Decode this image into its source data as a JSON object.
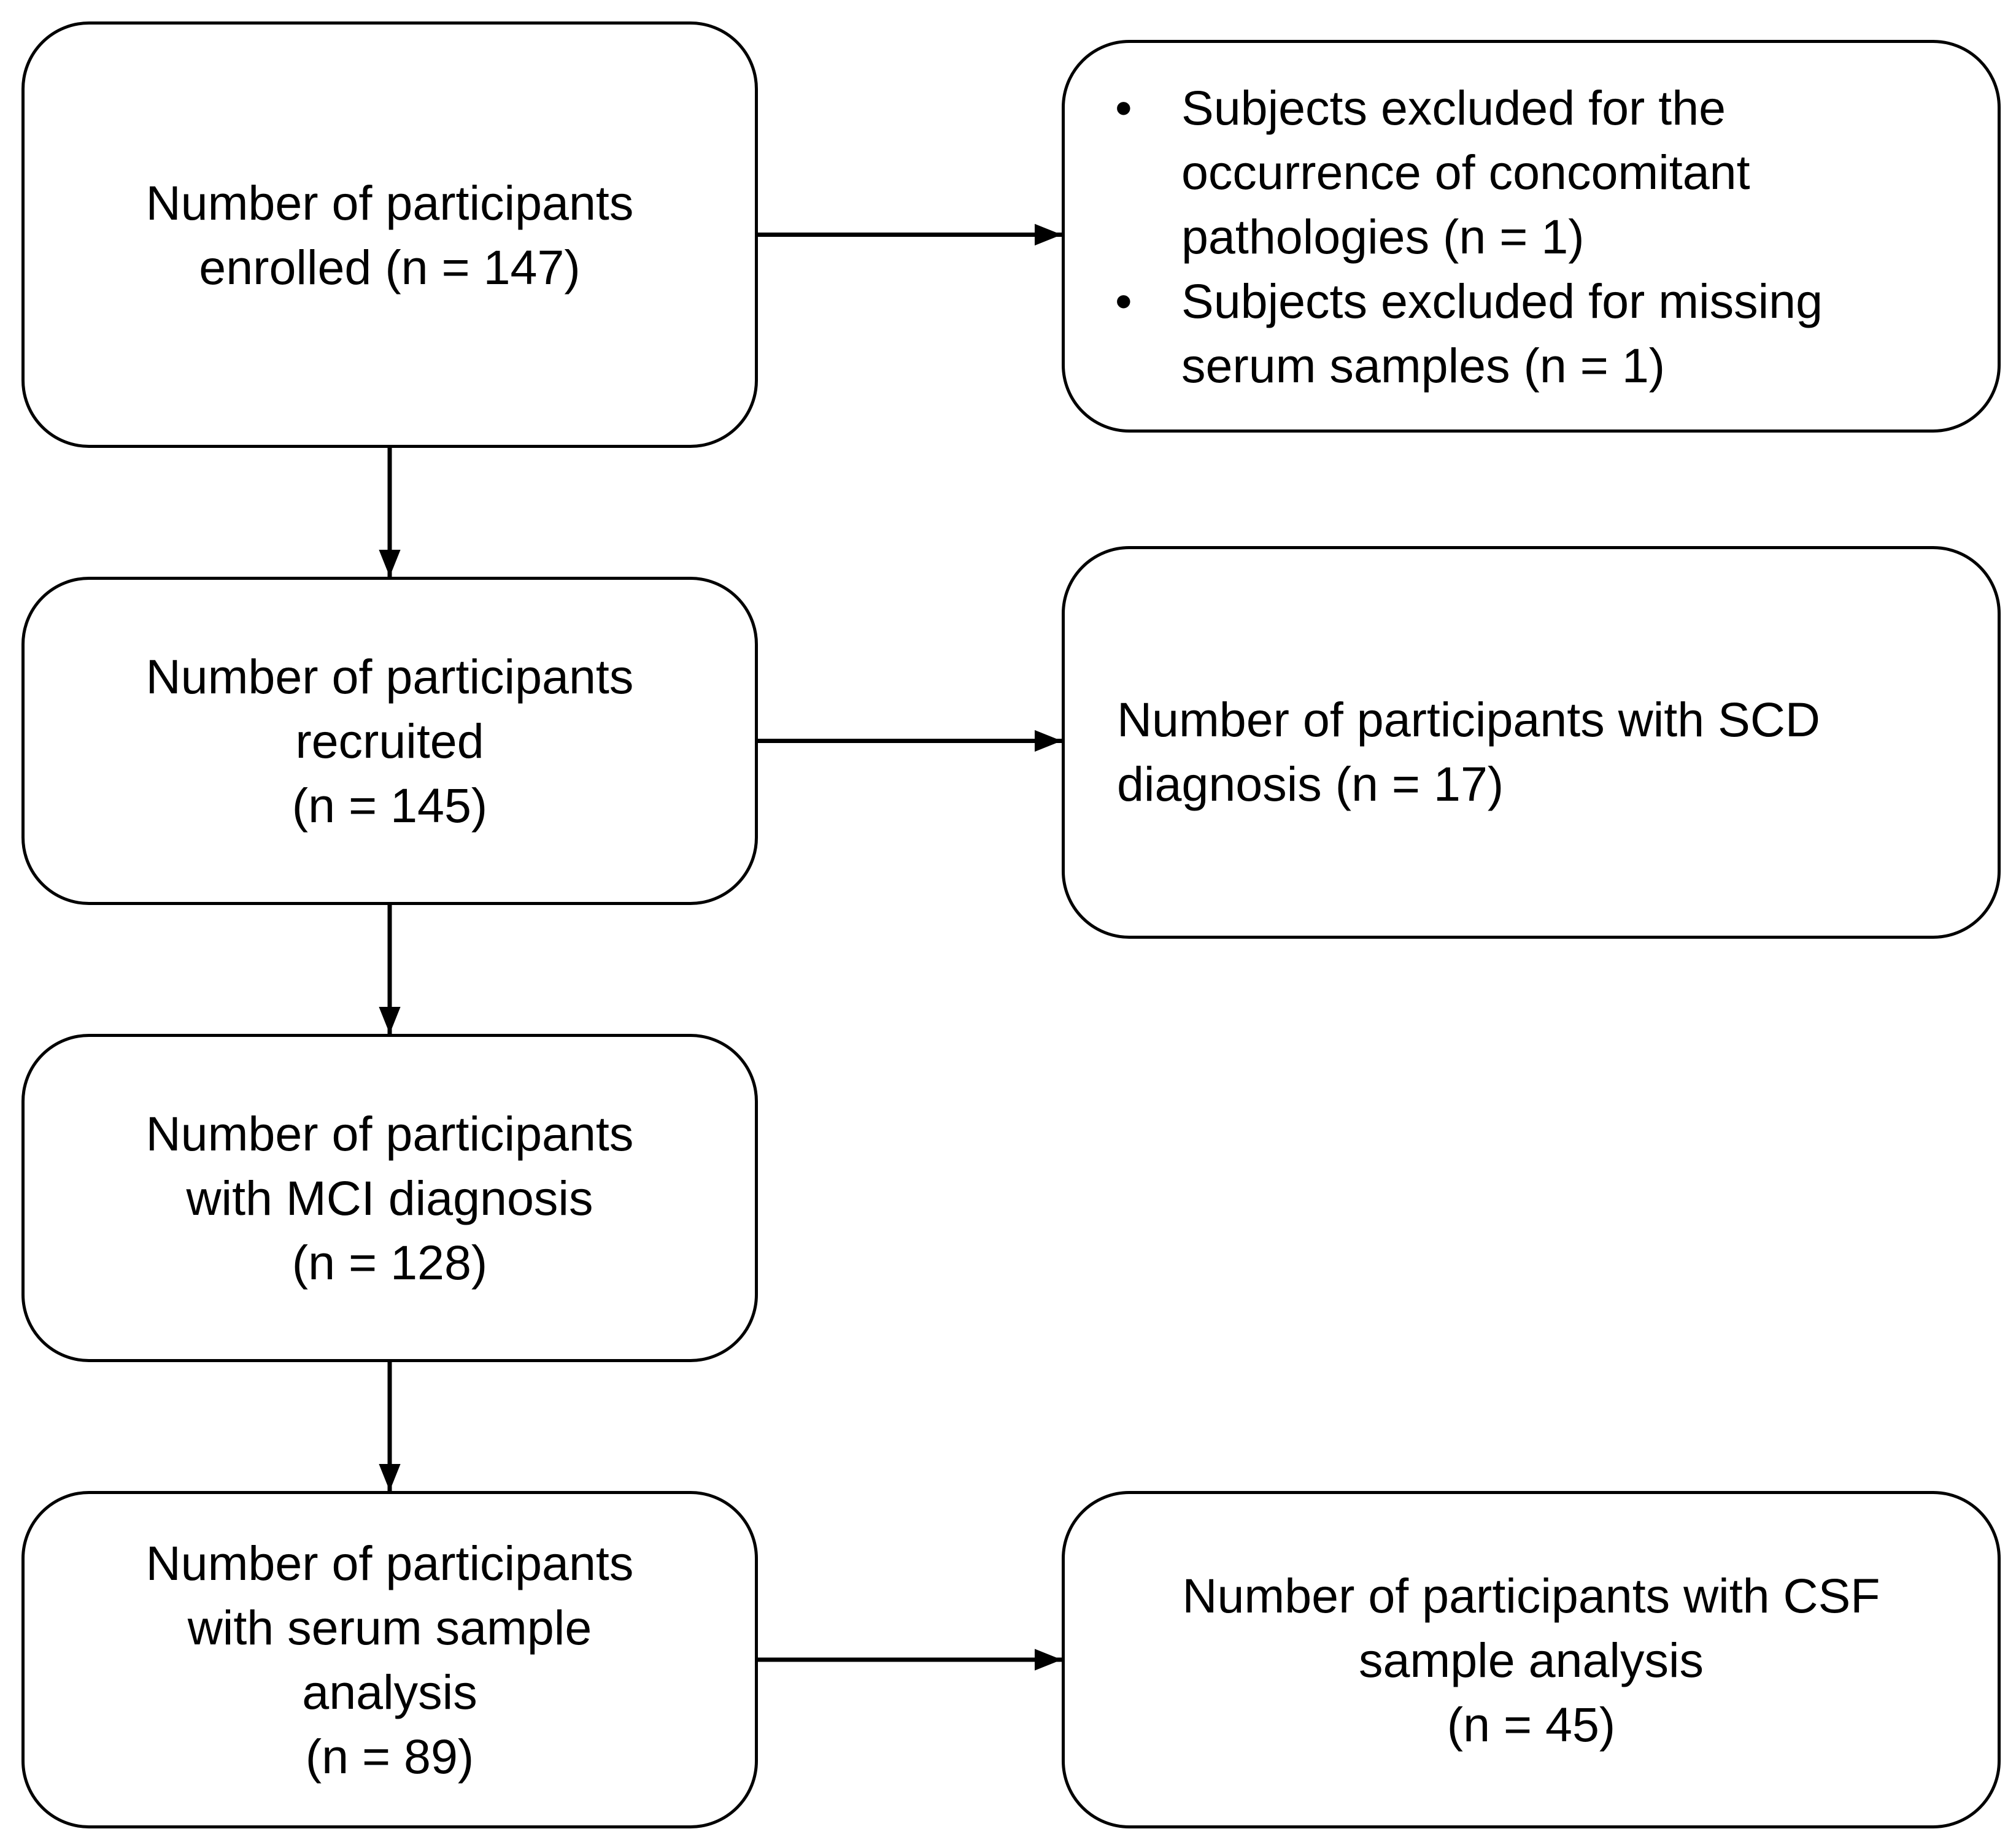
{
  "boxes": {
    "enrolled": {
      "lines": [
        "Number of participants",
        "enrolled (n = 147)"
      ]
    },
    "excluded": {
      "bullet_glyph": "•",
      "items": [
        {
          "lines": [
            "Subjects excluded for the",
            "occurrence of concomitant",
            "pathologies (n = 1)"
          ]
        },
        {
          "lines": [
            "Subjects excluded for missing",
            "serum samples (n = 1)"
          ]
        }
      ]
    },
    "recruited": {
      "lines": [
        "Number of participants",
        "recruited",
        "(n = 145)"
      ]
    },
    "scd": {
      "lines": [
        "Number of participants with SCD",
        "diagnosis (n = 17)"
      ]
    },
    "mci": {
      "lines": [
        "Number of participants",
        "with MCI diagnosis",
        "(n = 128)"
      ]
    },
    "serum": {
      "lines": [
        "Number of participants",
        "with serum sample",
        "analysis",
        "(n = 89)"
      ]
    },
    "csf": {
      "lines": [
        "Number of participants with CSF",
        "sample analysis",
        "(n = 45)"
      ]
    }
  },
  "edges": [
    {
      "from": "enrolled",
      "to": "excluded"
    },
    {
      "from": "enrolled",
      "to": "recruited"
    },
    {
      "from": "recruited",
      "to": "scd"
    },
    {
      "from": "recruited",
      "to": "mci"
    },
    {
      "from": "mci",
      "to": "serum"
    },
    {
      "from": "serum",
      "to": "csf"
    }
  ]
}
